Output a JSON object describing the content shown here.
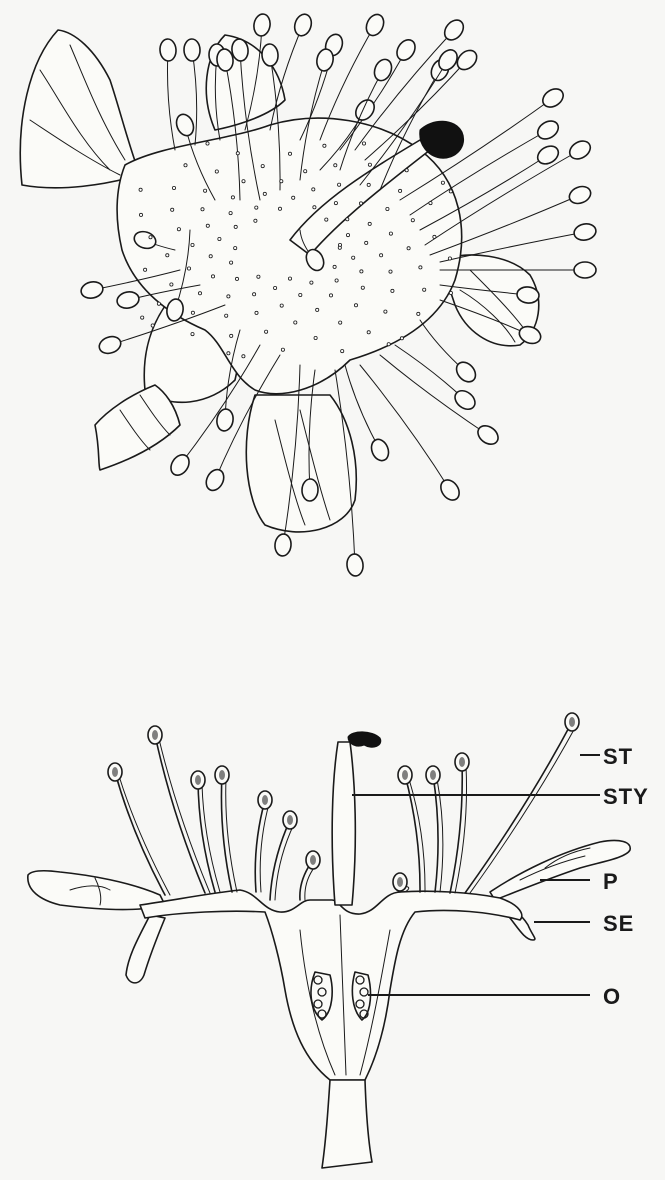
{
  "labels": {
    "st": "ST",
    "sty": "STY",
    "p": "P",
    "se": "SE",
    "o": "O"
  }
}
